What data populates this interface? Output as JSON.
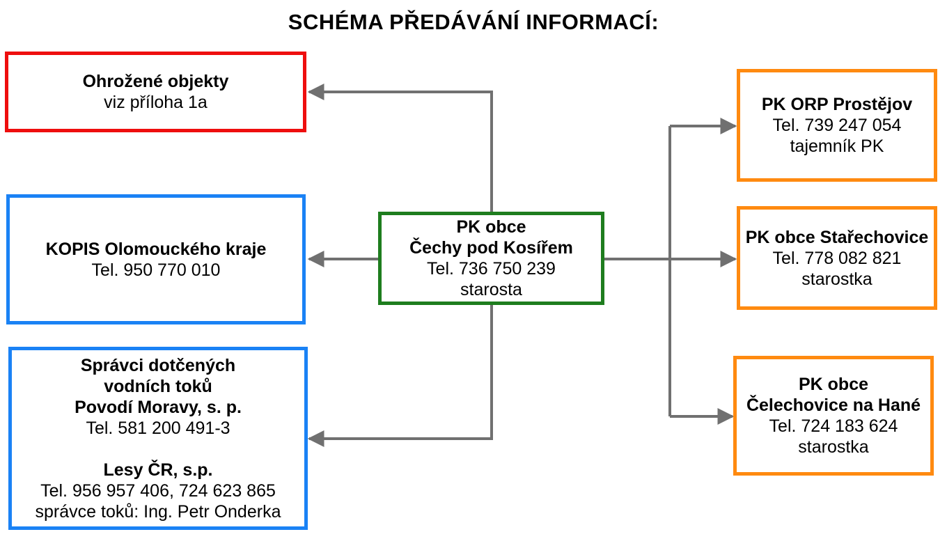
{
  "title": "SCHÉMA PŘEDÁVÁNÍ INFORMACÍ:",
  "colors": {
    "red": "#ee0e0e",
    "blue": "#1a82f5",
    "green": "#1e7d1e",
    "orange": "#ff8a10",
    "arrow": "#707070"
  },
  "boxes": {
    "ohrozene": {
      "heading": "Ohrožené objekty",
      "line1": "viz příloha 1a"
    },
    "kopis": {
      "heading": "KOPIS Olomouckého kraje",
      "line1": "Tel. 950 770 010"
    },
    "spravci": {
      "heading1": "Správci dotčených",
      "heading2": "vodních toků",
      "heading3": "Povodí Moravy, s. p.",
      "line1": "Tel. 581 200 491-3",
      "heading4": "Lesy ČR, s.p.",
      "line2": "Tel. 956 957 406, 724 623 865",
      "line3": "správce toků: Ing. Petr Onderka"
    },
    "center": {
      "heading1": "PK obce",
      "heading2": "Čechy pod Kosířem",
      "line1": "Tel. 736 750 239",
      "line2": "starosta"
    },
    "orp": {
      "heading": "PK ORP Prostějov",
      "line1": "Tel. 739 247 054",
      "line2": "tajemník PK"
    },
    "starechovice": {
      "heading": "PK obce Stařechovice",
      "line1": "Tel. 778 082 821",
      "line2": "starostka"
    },
    "celechovice": {
      "heading1": "PK obce",
      "heading2": "Čelechovice na Hané",
      "line1": "Tel. 724 183 624",
      "line2": "starostka"
    }
  }
}
